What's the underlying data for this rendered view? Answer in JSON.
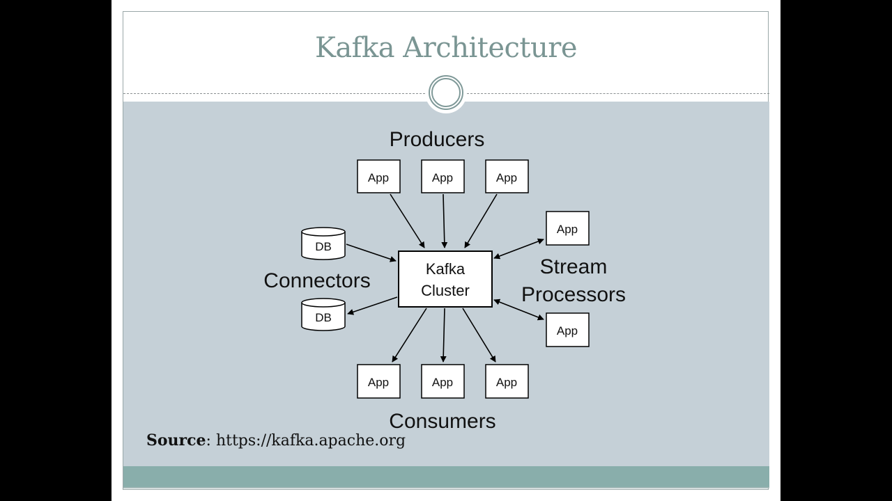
{
  "slide": {
    "title": "Kafka Architecture",
    "source_label": "Source",
    "source_separator": ": ",
    "source_url": "https://kafka.apache.org"
  },
  "diagram": {
    "center_node": {
      "line1": "Kafka",
      "line2": "Cluster"
    },
    "groups": {
      "producers": "Producers",
      "consumers": "Consumers",
      "connectors": "Connectors",
      "stream_processors_line1": "Stream",
      "stream_processors_line2": "Processors"
    },
    "producer_apps": [
      "App",
      "App",
      "App"
    ],
    "consumer_apps": [
      "App",
      "App",
      "App"
    ],
    "stream_apps": [
      "App",
      "App"
    ],
    "connector_dbs": [
      "DB",
      "DB"
    ],
    "edges": [
      {
        "from": "producer-app-1",
        "to": "kafka-cluster",
        "direction": "to"
      },
      {
        "from": "producer-app-2",
        "to": "kafka-cluster",
        "direction": "to"
      },
      {
        "from": "producer-app-3",
        "to": "kafka-cluster",
        "direction": "to"
      },
      {
        "from": "kafka-cluster",
        "to": "consumer-app-1",
        "direction": "to"
      },
      {
        "from": "kafka-cluster",
        "to": "consumer-app-2",
        "direction": "to"
      },
      {
        "from": "kafka-cluster",
        "to": "consumer-app-3",
        "direction": "to"
      },
      {
        "from": "connector-db-1",
        "to": "kafka-cluster",
        "direction": "to"
      },
      {
        "from": "kafka-cluster",
        "to": "connector-db-2",
        "direction": "to"
      },
      {
        "from": "kafka-cluster",
        "to": "stream-app-1",
        "direction": "both"
      },
      {
        "from": "kafka-cluster",
        "to": "stream-app-2",
        "direction": "both"
      }
    ]
  },
  "colors": {
    "title": "#7a9593",
    "band": "#c5d0d7",
    "footer": "#89aeab",
    "ring": "#7f9998"
  }
}
